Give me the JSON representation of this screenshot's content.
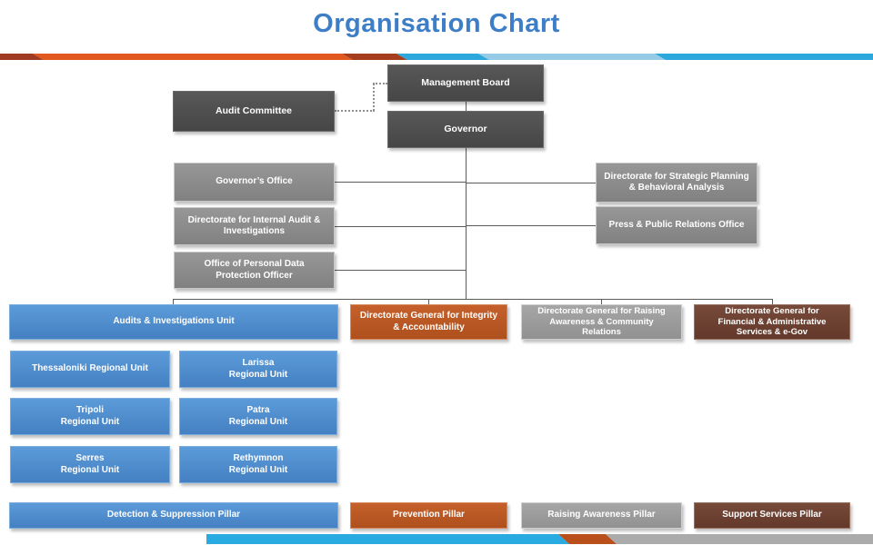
{
  "title": "Organisation Chart",
  "colors": {
    "title_blue": "#3D7EC7",
    "node_dark": "#585858",
    "node_dark2": "#464646",
    "node_mid": "#979797",
    "node_mid2": "#818181",
    "node_blue": "#5C9BD9",
    "node_blue2": "#4480C2",
    "node_orange": "#C5602B",
    "node_orange2": "#AE501D",
    "node_gray": "#A6A6A6",
    "node_gray2": "#919191",
    "node_brown": "#774A3A",
    "node_brown2": "#63392B",
    "line": "#5B5B5B",
    "seg_red": "#9E3B22",
    "seg_orange": "#E1581F",
    "seg_brown": "#A63E1E",
    "seg_blue": "#2CA8DC",
    "seg_lightblue": "#96CBE8",
    "bar_cyan": "#29ABE2",
    "bar_orange": "#B9501C",
    "bar_gray": "#ABABAB"
  },
  "org": {
    "management_board": "Management Board",
    "governor": "Governor",
    "audit_committee": "Audit Committee",
    "governors_office": "Governor’s Office",
    "internal_audit": "Directorate for Internal Audit &\nInvestigations",
    "personal_data": "Office of Personal Data\nProtection Officer",
    "strategic_planning": "Directorate for Strategic Planning\n& Behavioral Analysis",
    "press_office": "Press & Public Relations Office",
    "audits_unit": "Audits & Investigations Unit",
    "dg_integrity": "Directorate General for Integrity\n& Accountability",
    "dg_raising": "Directorate General for Raising\nAwareness & Community\nRelations",
    "dg_financial": "Directorate General for\nFinancial & Administrative\nServices & e-Gov",
    "ru_thessaloniki": "Thessaloniki Regional Unit",
    "ru_larissa": "Larissa\nRegional Unit",
    "ru_tripoli": "Tripoli\nRegional Unit",
    "ru_patra": "Patra\nRegional Unit",
    "ru_serres": "Serres\nRegional Unit",
    "ru_rethymnon": "Rethymnon\nRegional Unit",
    "pillar_detection": "Detection & Suppression Pillar",
    "pillar_prevention": "Prevention Pillar",
    "pillar_raising": "Raising Awareness Pillar",
    "pillar_support": "Support Services Pillar"
  }
}
